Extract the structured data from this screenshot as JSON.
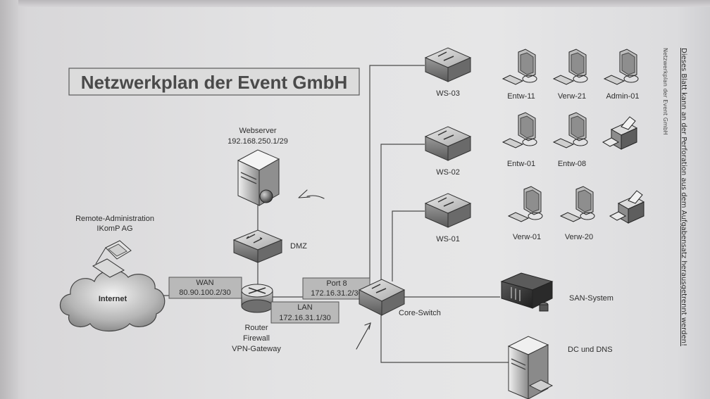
{
  "diagram": {
    "title": "Netzwerkplan der Event GmbH",
    "side_note": "Dieses Blatt kann an der Perforation aus dem Aufgabensatz herausgetrennt werden!",
    "side_caption": "Netzwerkplan der Event GmbH",
    "webserver": {
      "name": "Webserver",
      "ip": "192.168.250.1/29",
      "icon": "server-globe-icon"
    },
    "dmz": {
      "label": "DMZ",
      "icon": "switch-icon"
    },
    "remote_admin": {
      "line1": "Remote-Administration",
      "line2": "IKomP AG",
      "icon": "laptop-icon"
    },
    "internet": {
      "label": "Internet",
      "icon": "cloud-icon"
    },
    "wan": {
      "label": "WAN",
      "ip": "80.90.100.2/30"
    },
    "router": {
      "line1": "Router",
      "line2": "Firewall",
      "line3": "VPN-Gateway",
      "icon": "router-icon"
    },
    "lan": {
      "label": "LAN",
      "ip": "172.16.31.1/30"
    },
    "port8": {
      "label": "Port 8",
      "ip": "172.16.31.2/30"
    },
    "core_switch": {
      "label": "Core-Switch",
      "icon": "switch-icon"
    },
    "switches": [
      {
        "label": "WS-03"
      },
      {
        "label": "WS-02"
      },
      {
        "label": "WS-01"
      }
    ],
    "rows": [
      {
        "devices": [
          {
            "type": "workstation",
            "label": "Entw-11"
          },
          {
            "type": "workstation",
            "label": "Verw-21"
          },
          {
            "type": "workstation",
            "label": "Admin-01"
          }
        ]
      },
      {
        "devices": [
          {
            "type": "workstation",
            "label": "Entw-01"
          },
          {
            "type": "workstation",
            "label": "Entw-08"
          },
          {
            "type": "printer",
            "label": ""
          }
        ]
      },
      {
        "devices": [
          {
            "type": "workstation",
            "label": "Verw-01"
          },
          {
            "type": "workstation",
            "label": "Verw-20"
          },
          {
            "type": "printer",
            "label": ""
          }
        ]
      }
    ],
    "san": {
      "label": "SAN-System",
      "icon": "storage-icon"
    },
    "dc": {
      "label": "DC und DNS",
      "icon": "server-icon"
    }
  }
}
